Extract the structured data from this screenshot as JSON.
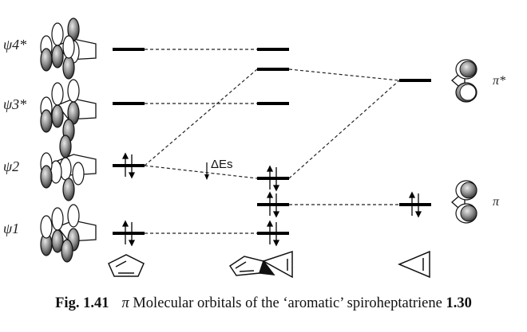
{
  "diagram": {
    "levels": {
      "psi4": "ψ4*",
      "psi3": "ψ3*",
      "psi2": "ψ2",
      "psi1": "ψ1"
    },
    "labels": {
      "pi_star": "π*",
      "pi": "π",
      "delta_es": "ΔEs"
    },
    "molecules": [
      "cyclopentadiene",
      "spiroheptatriene",
      "cyclopropene"
    ]
  },
  "caption": {
    "fig_label": "Fig. 1.41",
    "pi_symbol": "π",
    "text_before": " Molecular orbitals of the ‘aromatic’ spiroheptatriene ",
    "compound_number": "1.30"
  }
}
